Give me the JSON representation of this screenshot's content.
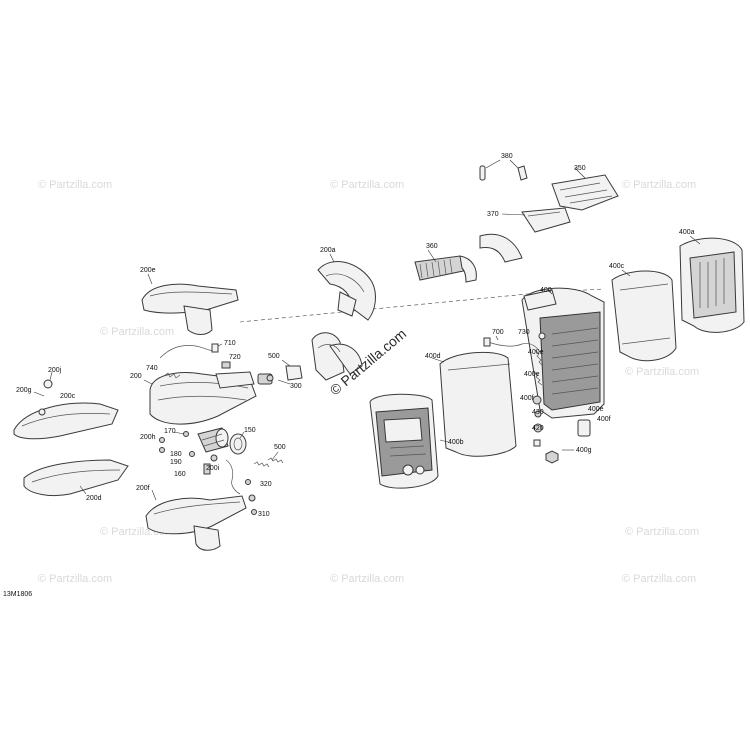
{
  "watermark": "© Partzilla.com",
  "center_watermark": "© Partzilla.com",
  "diagram_code": "13M1806",
  "labels": {
    "l380": "380",
    "l350": "350",
    "l370": "370",
    "l360": "360",
    "l400a": "400a",
    "l400c": "400c",
    "l200a": "200a",
    "l400": "400",
    "l700": "700",
    "l730": "730",
    "l400e_1": "400e",
    "l400e_2": "400e",
    "l400d": "400d",
    "l200e": "200e",
    "l710": "710",
    "l720": "720",
    "l500_1": "500",
    "l740": "740",
    "l200j": "200j",
    "l200": "200",
    "l300": "300",
    "l200g": "200g",
    "l200c": "200c",
    "l400f_1": "400f",
    "l430": "430",
    "l400e_3": "400e",
    "l400f_2": "400f",
    "l420": "420",
    "l400b": "400b",
    "l400g": "400g",
    "l170": "170",
    "l200h": "200h",
    "l150": "150",
    "l500_2": "500",
    "l180": "180",
    "l190": "190",
    "l200i": "200i",
    "l160": "160",
    "l200d": "200d",
    "l200f": "200f",
    "l320": "320",
    "l310": "310"
  }
}
